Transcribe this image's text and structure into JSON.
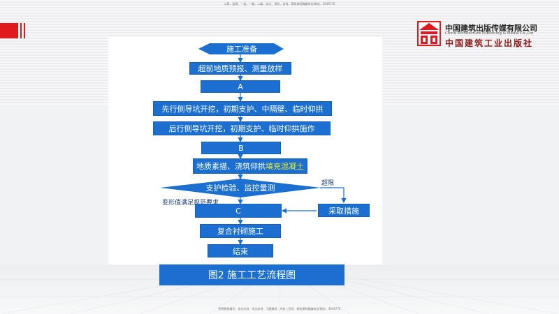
{
  "header": {
    "top_caption": "二建、监理、一造、一级、二级、安全、消防、咨询、建筑课程精编系站/微信：3649776",
    "bottom_caption": "免费教程精华、执业内训、考点串讲、习题精讲、考前三页纸、建筑课程精编系站/微信：3649776"
  },
  "logo": {
    "title": "中国建筑出版传媒有限公司",
    "english": "China Architecture Publishing & Media Co.,Ltd",
    "script": "中国建筑工业出版社"
  },
  "flowchart": {
    "start": "施工准备",
    "step1": "超前地质预报、测量放样",
    "box_a": "A",
    "step2": "先行侧导坑开挖，初期支护、中隔壁、临时仰拱",
    "step3": "后行侧导坑开挖，初期支护、临时仰拱施作",
    "box_b": "B",
    "step4_main": "地质素描、浇筑仰拱",
    "step4_highlight": "填充混凝土",
    "decision": "支护检验、监控量测",
    "exceed_label": "超限",
    "measure": "采取措施",
    "ok_label": "变形值满足规范要求",
    "box_c": "C",
    "lining": "复合衬砌施工",
    "end": "结束"
  },
  "caption": {
    "text": "图2  施工工艺流程图"
  },
  "colors": {
    "box_fill": "#1a6fd1",
    "highlight": "#f6ef2c",
    "arrow": "#1a6fd1",
    "brand_red": "#e0191f"
  }
}
